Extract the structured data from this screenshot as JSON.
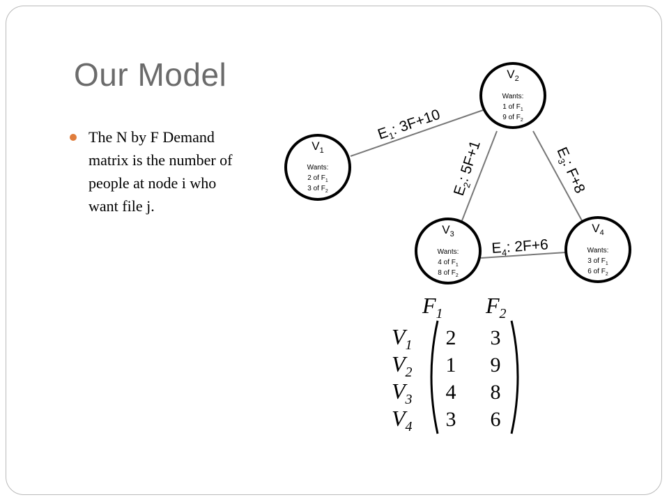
{
  "slide": {
    "title": "Our Model",
    "bullet": "The N by F Demand matrix is the number of people at node i who want file j."
  },
  "colors": {
    "bullet": "#e07d3c",
    "title": "#6b6b6b"
  },
  "graph": {
    "nodes": [
      {
        "base": "V",
        "sub": "1",
        "wants_label": "Wants:",
        "want1": [
          "2 of F",
          "1"
        ],
        "want2": [
          "3 of F",
          "2"
        ]
      },
      {
        "base": "V",
        "sub": "2",
        "wants_label": "Wants:",
        "want1": [
          "1 of F",
          "1"
        ],
        "want2": [
          "9 of F",
          "2"
        ]
      },
      {
        "base": "V",
        "sub": "3",
        "wants_label": "Wants:",
        "want1": [
          "4 of F",
          "1"
        ],
        "want2": [
          "8 of F",
          "2"
        ]
      },
      {
        "base": "V",
        "sub": "4",
        "wants_label": "Wants:",
        "want1": [
          "3 of F",
          "1"
        ],
        "want2": [
          "6 of F",
          "2"
        ]
      }
    ],
    "edges": [
      {
        "base": "E",
        "sub": "1",
        "cost": ": 3F+10"
      },
      {
        "base": "E",
        "sub": "2",
        "cost": ": 5F+1"
      },
      {
        "base": "E",
        "sub": "3",
        "cost": ": F+8"
      },
      {
        "base": "E",
        "sub": "4",
        "cost": ": 2F+6"
      }
    ]
  },
  "matrix": {
    "col_headers": [
      [
        "F",
        "1"
      ],
      [
        "F",
        "2"
      ]
    ],
    "row_headers": [
      [
        "V",
        "1"
      ],
      [
        "V",
        "2"
      ],
      [
        "V",
        "3"
      ],
      [
        "V",
        "4"
      ]
    ],
    "values": [
      [
        "2",
        "3"
      ],
      [
        "1",
        "9"
      ],
      [
        "4",
        "8"
      ],
      [
        "3",
        "6"
      ]
    ]
  }
}
